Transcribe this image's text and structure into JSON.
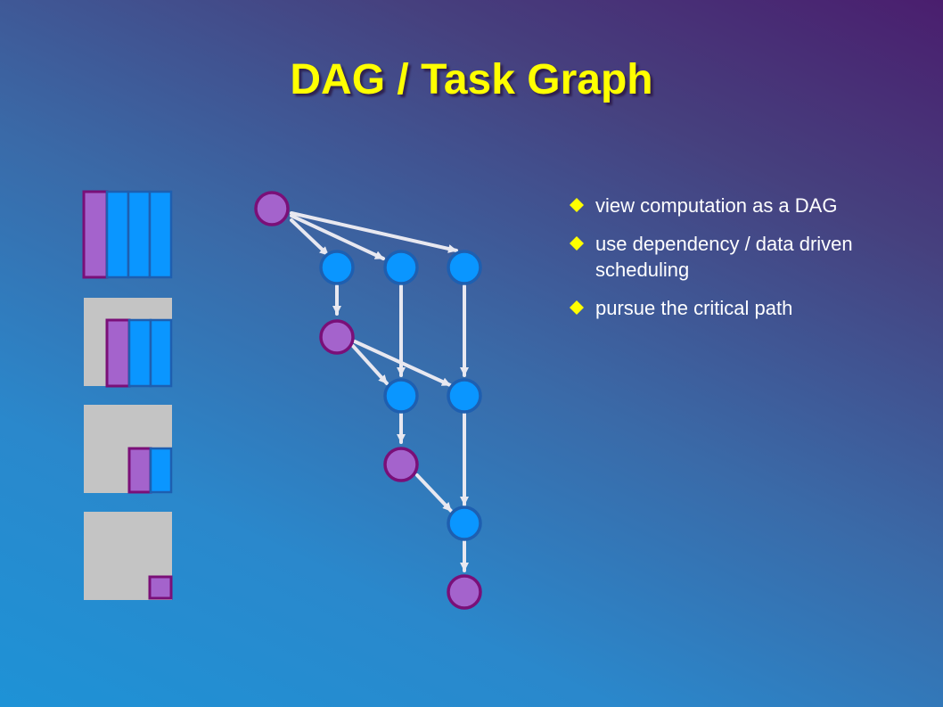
{
  "title": "DAG / Task Graph",
  "bullets": [
    {
      "text": "view computation as a DAG",
      "icon": "diamond-bullet-icon"
    },
    {
      "text": "use dependency / data driven scheduling",
      "icon": "diamond-bullet-icon"
    },
    {
      "text": "pursue the critical path",
      "icon": "diamond-bullet-icon"
    }
  ],
  "colors": {
    "title": "#ffff00",
    "bullet": "#ffff00",
    "purple_fill": "#a463cc",
    "purple_stroke": "#7a0f78",
    "blue_fill": "#0a96ff",
    "blue_stroke": "#1e5fb0",
    "edge": "#e8e8f0",
    "block_gray": "#c4c4c4"
  }
}
